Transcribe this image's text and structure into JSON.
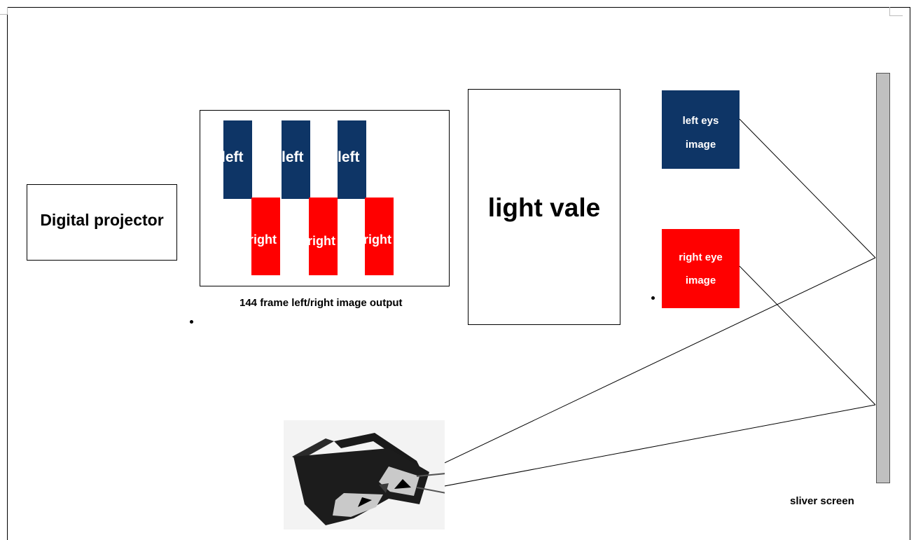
{
  "colors": {
    "left_tile": "#0e3566",
    "right_tile": "#ff0000",
    "screen": "#c0c0c0",
    "stroke": "#000000"
  },
  "projector": {
    "label": "Digital projector"
  },
  "frame_sequence": {
    "left_label": "left",
    "right_label": "right",
    "caption": "144 frame left/right image output"
  },
  "light_valve": {
    "label": "light vale"
  },
  "left_eye": {
    "line1": "left eys",
    "line2": "image"
  },
  "right_eye": {
    "line1": "right eye",
    "line2": "image"
  },
  "screen": {
    "label": "sliver screen"
  },
  "glasses": {
    "icon": "3d-glasses-photo"
  }
}
